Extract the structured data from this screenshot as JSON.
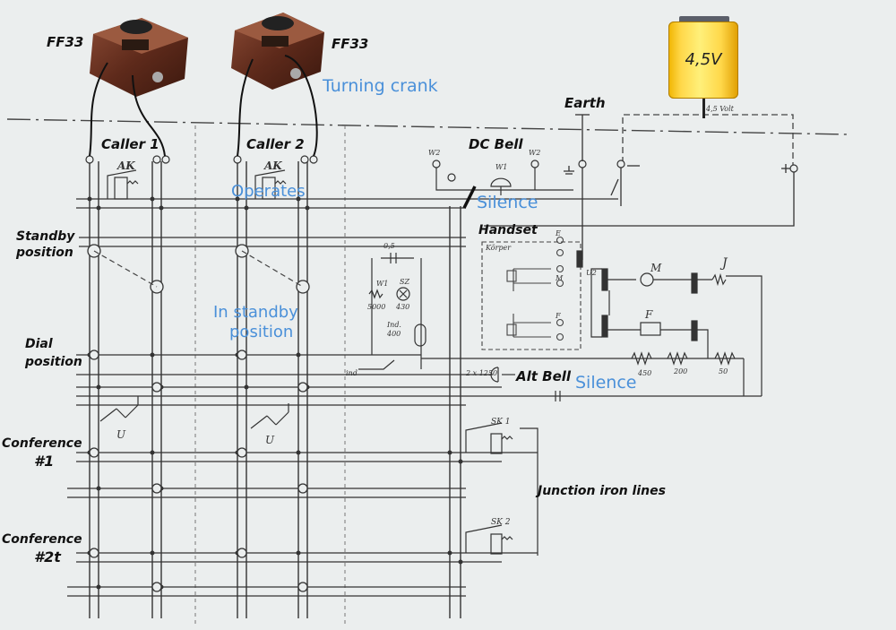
{
  "labels": {
    "ff33_left": "FF33",
    "ff33_right": "FF33",
    "turning_crank": "Turning crank",
    "earth": "Earth",
    "battery_voltage": "4,5V",
    "battery_line": "4,5 Volt",
    "caller1": "Caller 1",
    "caller2": "Caller 2",
    "dc_bell": "DC Bell",
    "operates": "Operates",
    "silence_top": "Silence",
    "handset": "Handset",
    "standby_position": [
      "Standby",
      "position"
    ],
    "in_standby_position": [
      "In standby",
      "position"
    ],
    "dial_position": [
      "Dial",
      "position"
    ],
    "alt_bell": "Alt Bell",
    "silence_bottom": "Silence",
    "conference1": [
      "Conference",
      "#1"
    ],
    "junction_iron_lines": "Junction iron lines",
    "conference2": [
      "Conference",
      "#2t"
    ]
  },
  "schematic": {
    "ak_left": "AK",
    "ak_right": "AK",
    "w2_left": "W2",
    "w1": "W1",
    "w2_right": "W2",
    "cap_05": "0,5",
    "w1_res": "W1",
    "sz": "SZ",
    "r5000": "5000",
    "r430": "430",
    "ind400": [
      "Ind.",
      "400"
    ],
    "ind": "ind",
    "z1250": "2 x 1250",
    "r450": "450",
    "r200": "200",
    "r50": "50",
    "m_top": "M",
    "f_mid": "F",
    "j_coil": "J",
    "sk1": "SK 1",
    "sk2": "SK 2",
    "u_left": "U",
    "u_right": "U",
    "korper": "Körper",
    "e": "E",
    "m": "M",
    "f": "F",
    "u2": "U2"
  },
  "colors": {
    "background": "#ebeeee",
    "ink": "#2b2b2b",
    "annotation_blue": "#4a90d9",
    "phone_brown": "#6b3322",
    "battery_yellow": "#ffd84a"
  }
}
